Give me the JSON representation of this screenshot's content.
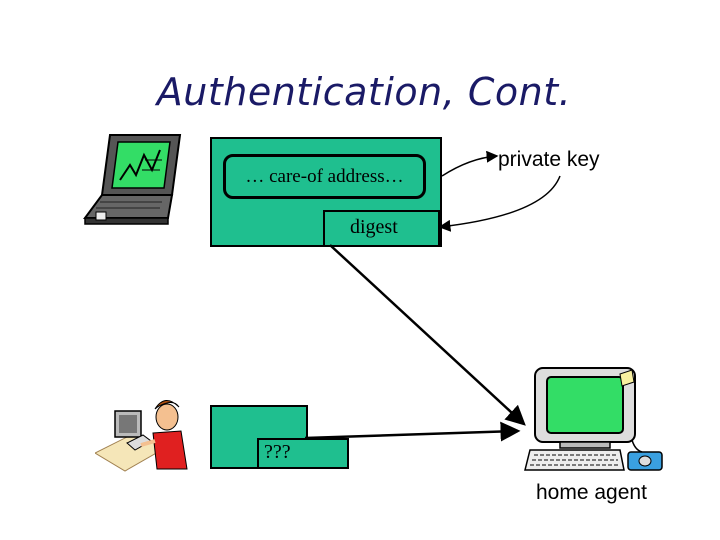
{
  "slide": {
    "title": "Authentication, Cont.",
    "message_top": {
      "field_text": "… care-of address…",
      "digest_label": "digest"
    },
    "message_bottom": {
      "digest_label": "???"
    },
    "private_key_label": "private key",
    "home_agent_label": "home agent"
  },
  "icons": {
    "laptop": "laptop-icon",
    "user_at_computer": "person-at-computer-icon",
    "desktop_computer": "desktop-computer-icon"
  },
  "colors": {
    "title": "#1a1a66",
    "message_box": "#1fbf8f",
    "monitor_screen": "#33dd66"
  }
}
